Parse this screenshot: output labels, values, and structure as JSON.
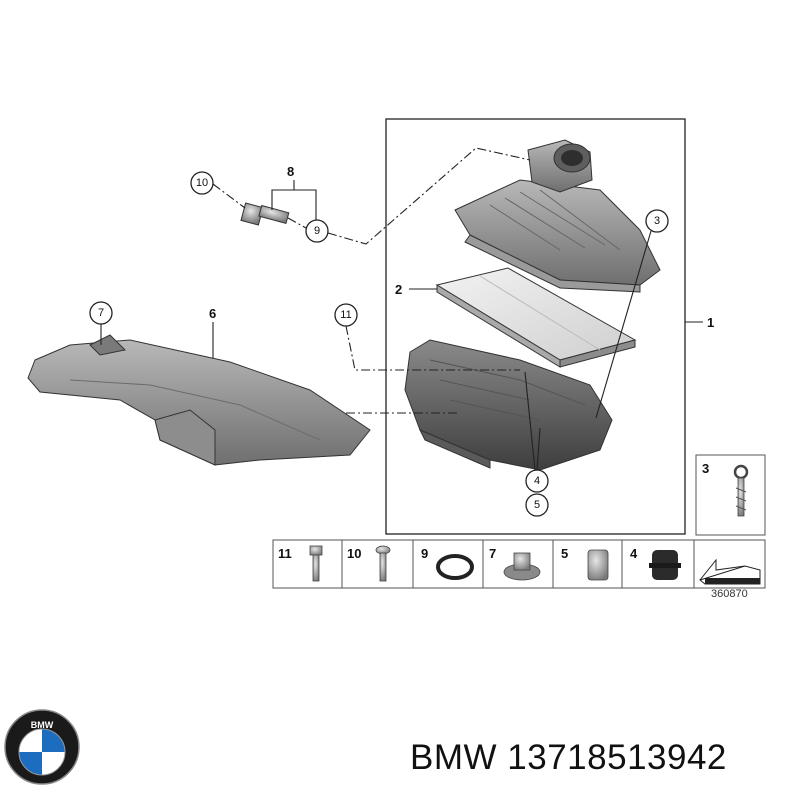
{
  "callouts": {
    "c10_top": "10",
    "c8": "8",
    "c9_top": "9",
    "c3": "3",
    "c2": "2",
    "c1": "1",
    "c7": "7",
    "c6": "6",
    "c11": "11",
    "c4": "4",
    "c5": "5"
  },
  "legend": {
    "items": [
      {
        "number": "11",
        "icon": "bolt-icon"
      },
      {
        "number": "10",
        "icon": "screw-icon"
      },
      {
        "number": "9",
        "icon": "o-ring-icon"
      },
      {
        "number": "7",
        "icon": "grommet-nut-icon"
      },
      {
        "number": "5",
        "icon": "sleeve-icon"
      },
      {
        "number": "4",
        "icon": "rubber-mount-icon"
      },
      {
        "number": "",
        "icon": "arrow-icon"
      }
    ],
    "side_item": {
      "number": "3",
      "icon": "expanding-rivet-icon"
    }
  },
  "diagram_number": "360870",
  "brand": {
    "name": "BMW",
    "part_number": "13718513942",
    "logo_text": "BMW",
    "logo_colors": {
      "blue": "#1c6cc0",
      "white": "#ffffff",
      "ring": "#111111"
    }
  }
}
